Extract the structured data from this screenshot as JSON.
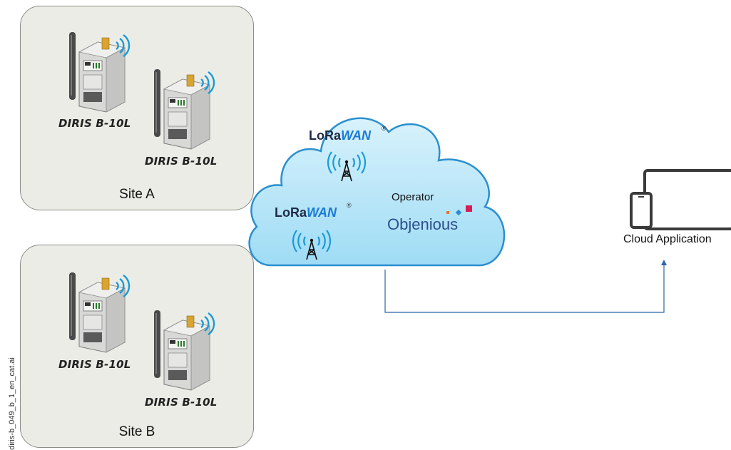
{
  "sites": [
    {
      "label": "Site A",
      "devices": [
        "DIRIS B-10L",
        "DIRIS B-10L"
      ]
    },
    {
      "label": "Site B",
      "devices": [
        "DIRIS B-10L",
        "DIRIS B-10L"
      ]
    }
  ],
  "cloud": {
    "lorawan_1": {
      "lo": "LoRa",
      "wan": "WAN",
      "reg": "®"
    },
    "lorawan_2": {
      "lo": "LoRa",
      "wan": "WAN",
      "reg": "®"
    },
    "operator_label": "Operator",
    "operator_logo": "Objenious"
  },
  "cloud_application_label": "Cloud Application",
  "file_tag": "diris-b_049_b_1_en_cat.ai",
  "colors": {
    "cloud_fill": "#aee3f7",
    "cloud_stroke": "#2b8fcf",
    "connector": "#2a68a7",
    "lora_blue": "#1a7ad4",
    "lora_dark": "#1f2a44",
    "site_bg": "#ecece6"
  }
}
